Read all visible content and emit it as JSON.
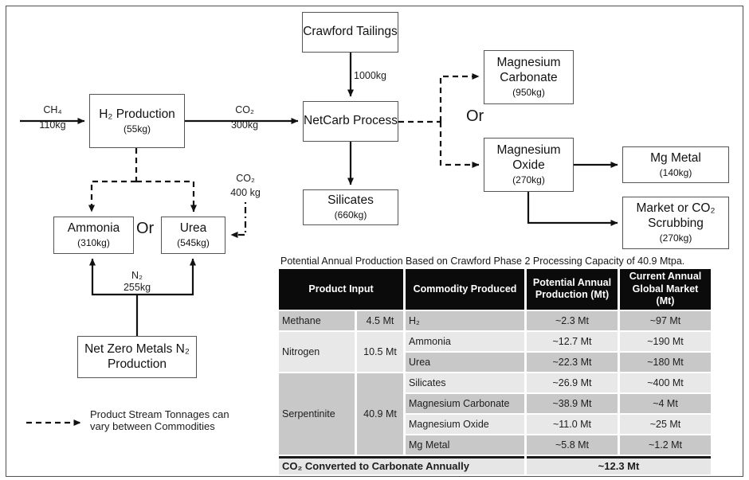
{
  "diagram": {
    "nodes": {
      "crawford": {
        "label": "Crawford Tailings"
      },
      "h2prod": {
        "label": "H₂ Production",
        "amount": "(55kg)"
      },
      "netcarb": {
        "label": "NetCarb Process"
      },
      "silicates": {
        "label": "Silicates",
        "amount": "(660kg)"
      },
      "mag_carbonate": {
        "label": "Magnesium Carbonate",
        "amount": "(950kg)"
      },
      "mag_oxide": {
        "label": "Magnesium Oxide",
        "amount": "(270kg)"
      },
      "mg_metal": {
        "label": "Mg Metal",
        "amount": "(140kg)"
      },
      "market": {
        "label": "Market or CO₂ Scrubbing",
        "amount": "(270kg)"
      },
      "ammonia": {
        "label": "Ammonia",
        "amount": "(310kg)"
      },
      "urea": {
        "label": "Urea",
        "amount": "(545kg)"
      },
      "netzero": {
        "label": "Net Zero Metals N₂ Production"
      }
    },
    "flows": {
      "ch4": {
        "formula": "CH₄",
        "amount": "110kg"
      },
      "co2_netcarb": {
        "formula": "CO₂",
        "amount": "300kg"
      },
      "tailings": {
        "amount": "1000kg"
      },
      "co2_urea": {
        "formula": "CO₂",
        "amount": "400 kg"
      },
      "n2": {
        "formula": "N₂",
        "amount": "255kg"
      }
    },
    "or_right": "Or",
    "or_left": "Or",
    "legend": "Product Stream Tonnages can vary between Commodities"
  },
  "table": {
    "title": "Potential Annual Production Based on Crawford Phase 2 Processing Capacity of 40.9 Mtpa.",
    "headers": [
      "Product Input",
      "Commodity Produced",
      "Potential Annual Production (Mt)",
      "Current Annual Global Market (Mt)"
    ],
    "groups": [
      {
        "input": "Methane",
        "amount": "4.5 Mt",
        "rows": [
          {
            "commodity": "H₂",
            "production": "~2.3 Mt",
            "market": "~97 Mt"
          }
        ]
      },
      {
        "input": "Nitrogen",
        "amount": "10.5 Mt",
        "rows": [
          {
            "commodity": "Ammonia",
            "production": "~12.7 Mt",
            "market": "~190 Mt"
          },
          {
            "commodity": "Urea",
            "production": "~22.3 Mt",
            "market": "~180 Mt"
          }
        ]
      },
      {
        "input": "Serpentinite",
        "amount": "40.9 Mt",
        "rows": [
          {
            "commodity": "Silicates",
            "production": "~26.9 Mt",
            "market": "~400 Mt"
          },
          {
            "commodity": "Magnesium Carbonate",
            "production": "~38.9 Mt",
            "market": "~4 Mt"
          },
          {
            "commodity": "Magnesium Oxide",
            "production": "~11.0 Mt",
            "market": "~25 Mt"
          },
          {
            "commodity": "Mg Metal",
            "production": "~5.8 Mt",
            "market": "~1.2 Mt"
          }
        ]
      }
    ],
    "footer": {
      "label": "CO₂ Converted to Carbonate Annually",
      "value": "~12.3 Mt"
    },
    "colors": {
      "band_dark": "#c9c8c8",
      "band_light": "#e9e8e8",
      "header_bg": "#0b0b0b"
    }
  }
}
